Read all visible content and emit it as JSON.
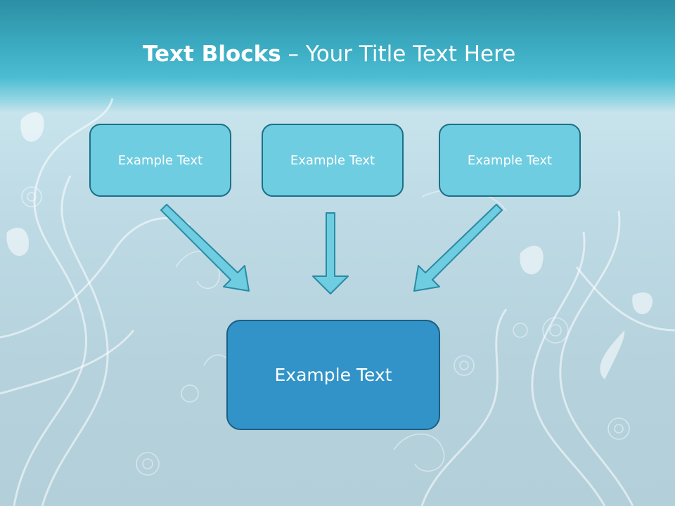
{
  "title": {
    "bold": "Text Blocks",
    "dash": " – ",
    "rest": "Your Title Text Here"
  },
  "blocks": {
    "left": "Example Text",
    "center": "Example Text",
    "right": "Example Text",
    "bottom": "Example Text"
  },
  "colors": {
    "header": "#3aa9bf",
    "small_block_fill": "#6ecde0",
    "big_block_fill": "#3193c8",
    "border": "#1d6f86",
    "text": "#ffffff"
  }
}
